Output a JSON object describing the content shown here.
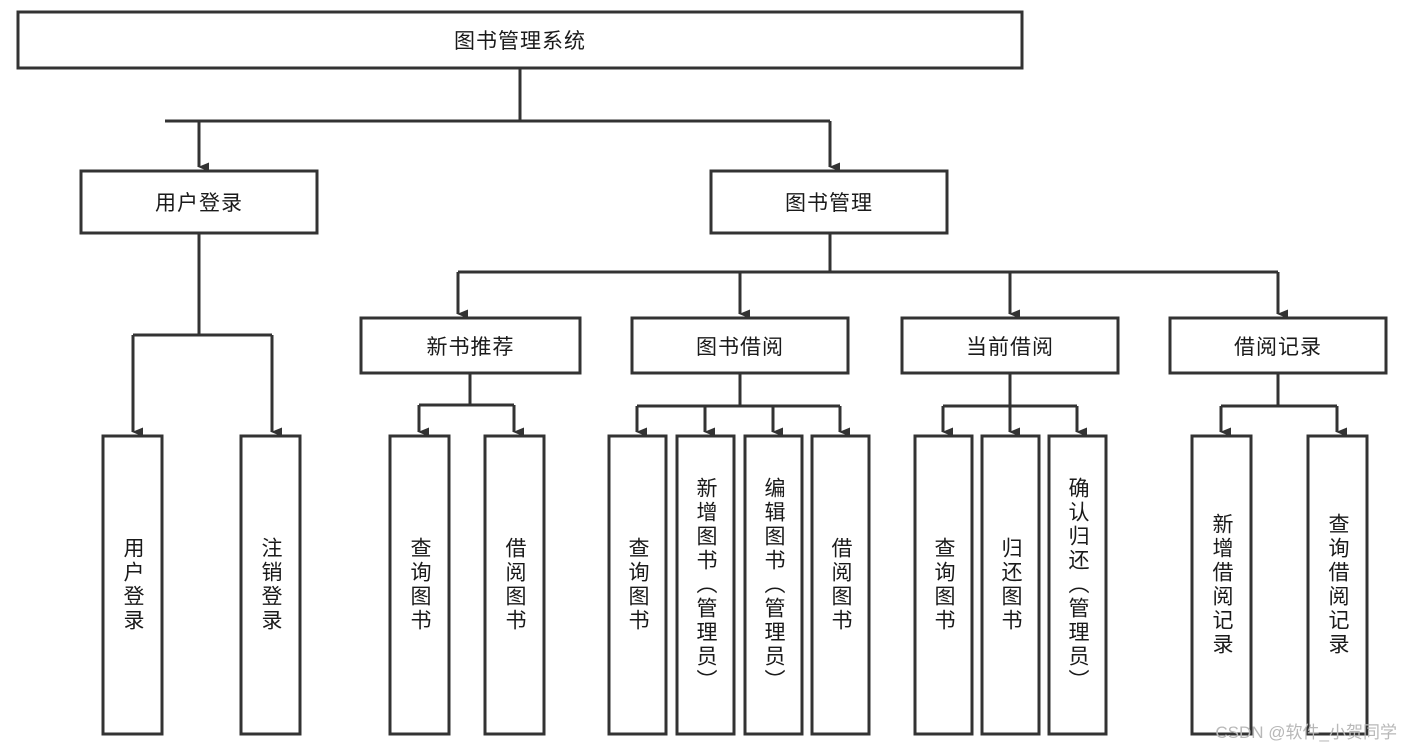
{
  "diagram": {
    "type": "tree-hierarchy-chart",
    "title": "图书管理系统",
    "orientation": "top-down",
    "box_fill": "#ffffff",
    "box_stroke": "#333333",
    "connector_color": "#333333",
    "text_color": "#1a1a1a",
    "background": "#ffffff"
  },
  "nodes": {
    "root": {
      "label": "图书管理系统",
      "level": 0
    },
    "level1": [
      {
        "id": "user-login",
        "label": "用户登录"
      },
      {
        "id": "book-manage",
        "label": "图书管理"
      }
    ],
    "level2": [
      {
        "id": "new-book-recommend",
        "label": "新书推荐",
        "parent": "book-manage"
      },
      {
        "id": "book-borrow",
        "label": "图书借阅",
        "parent": "book-manage"
      },
      {
        "id": "current-borrow",
        "label": "当前借阅",
        "parent": "book-manage"
      },
      {
        "id": "borrow-record",
        "label": "借阅记录",
        "parent": "book-manage"
      }
    ],
    "leaves": [
      {
        "id": "leaf-user-login",
        "label": "用户登录",
        "parent": "user-login"
      },
      {
        "id": "leaf-user-logout",
        "label": "注销登录",
        "parent": "user-login"
      },
      {
        "id": "leaf-query-book-1",
        "label": "查询图书",
        "parent": "new-book-recommend"
      },
      {
        "id": "leaf-borrow-book-1",
        "label": "借阅图书",
        "parent": "new-book-recommend"
      },
      {
        "id": "leaf-query-book-2",
        "label": "查询图书",
        "parent": "book-borrow"
      },
      {
        "id": "leaf-add-book",
        "label": "新增图书（管理员）",
        "parent": "book-borrow"
      },
      {
        "id": "leaf-edit-book",
        "label": "编辑图书（管理员）",
        "parent": "book-borrow"
      },
      {
        "id": "leaf-borrow-book-2",
        "label": "借阅图书",
        "parent": "book-borrow"
      },
      {
        "id": "leaf-query-book-3",
        "label": "查询图书",
        "parent": "current-borrow"
      },
      {
        "id": "leaf-return-book",
        "label": "归还图书",
        "parent": "current-borrow"
      },
      {
        "id": "leaf-confirm-return",
        "label": "确认归还（管理员）",
        "parent": "current-borrow"
      },
      {
        "id": "leaf-add-record",
        "label": "新增借阅记录",
        "parent": "borrow-record"
      },
      {
        "id": "leaf-query-record",
        "label": "查询借阅记录",
        "parent": "borrow-record"
      }
    ]
  },
  "watermark": {
    "text": "CSDN @软件_小贺同学",
    "color": "#b8b8b8"
  }
}
